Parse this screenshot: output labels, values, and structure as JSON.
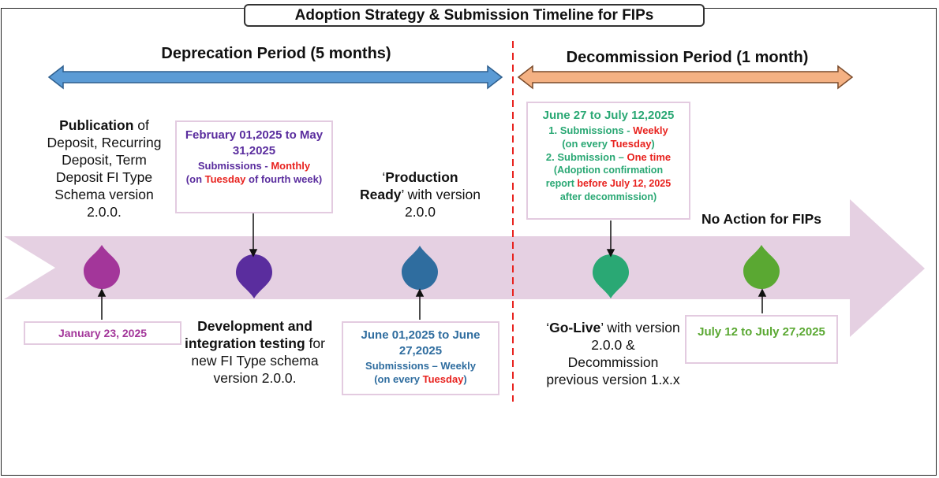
{
  "title": "Adoption Strategy & Submission Timeline for FIPs",
  "periods": {
    "deprecation": "Deprecation Period (5 months)",
    "decommission": "Decommission Period (1 month)"
  },
  "colors": {
    "deprecation_arrow": "#5b9bd5",
    "decommission_arrow": "#f4b183",
    "timeline_band": "#e5d0e2",
    "divider": "#e8231f",
    "highlight": "#e8231f",
    "milestone1": "#a3369a",
    "milestone2": "#5a2d9e",
    "milestone3": "#2f6d9f",
    "milestone4": "#2aa874",
    "milestone5": "#5aa832"
  },
  "milestones": {
    "publication": {
      "bold": "Publication",
      "rest": " of Deposit, Recurring Deposit, Term Deposit FI Type Schema version 2.0.0.",
      "date": "January 23, 2025"
    },
    "development": {
      "date_range": "February 01,2025 to May 31,2025",
      "sub_label": "Submissions - ",
      "sub_freq": "Monthly",
      "sub_detail_pre": "(on ",
      "sub_detail_red": "Tuesday",
      "sub_detail_post": " of fourth week)",
      "desc_bold": "Development and integration testing",
      "desc_rest": " for new FI Type schema version 2.0.0."
    },
    "production": {
      "quote_open": "‘",
      "bold": "Production Ready",
      "rest": "’ with version 2.0.0",
      "date_range": "June 01,2025 to June 27,2025",
      "sub_line": "Submissions – Weekly",
      "sub_detail_pre": "(on every ",
      "sub_detail_red": "Tuesday",
      "sub_detail_post": ")"
    },
    "golive": {
      "date_range": "June 27 to July 12,2025",
      "item1_label": "1. Submissions - ",
      "item1_freq": "Weekly",
      "item1_detail_pre": "(on every ",
      "item1_detail_red": "Tuesday",
      "item1_detail_post": ")",
      "item2_label": "2. Submission – ",
      "item2_freq": "One time",
      "item2_detail_1": "(Adoption confirmation",
      "item2_detail_2_pre": "report ",
      "item2_detail_2_red": "before July 12, 2025",
      "item2_detail_3": "after decommission)",
      "quote_open": "‘",
      "bold": "Go-Live",
      "rest": "’ with version 2.0.0 & Decommission previous version 1.x.x"
    },
    "final": {
      "label": "No Action for FIPs",
      "date_range": "July 12 to July 27,2025"
    }
  }
}
